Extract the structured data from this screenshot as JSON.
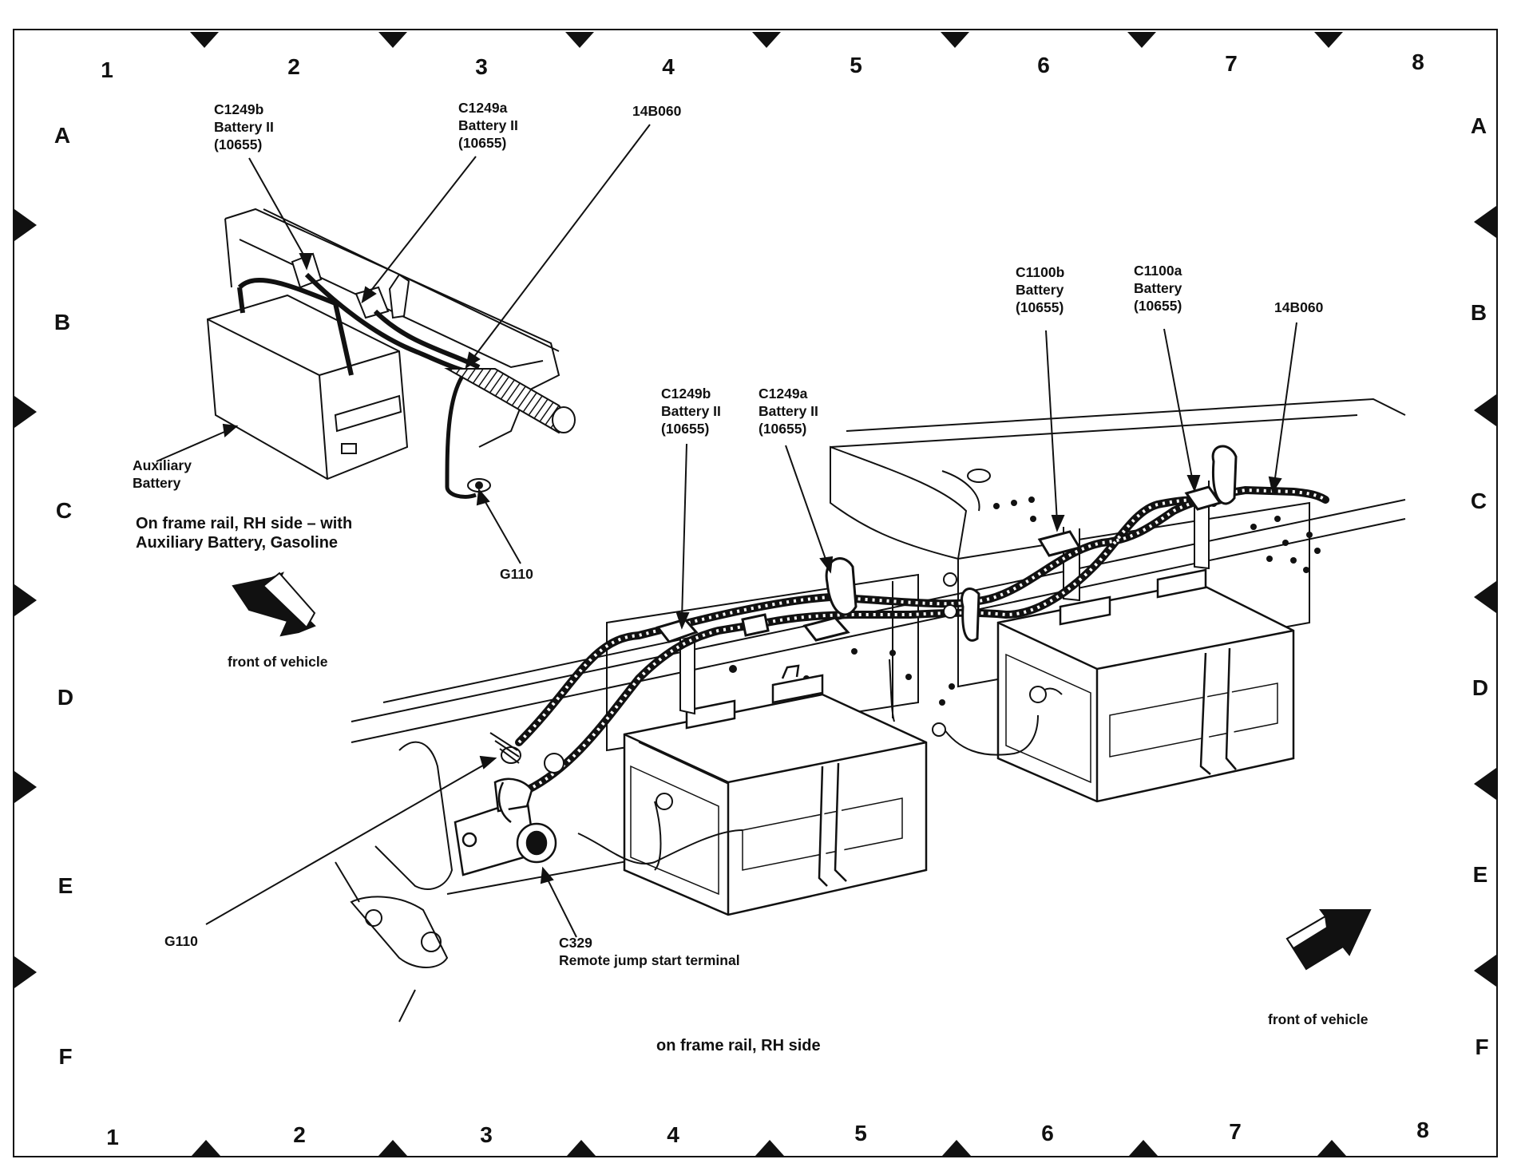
{
  "grid": {
    "columns": [
      "1",
      "2",
      "3",
      "4",
      "5",
      "6",
      "7",
      "8"
    ],
    "rows": [
      "A",
      "B",
      "C",
      "D",
      "E",
      "F"
    ]
  },
  "top_view": {
    "callouts": {
      "c1249b": [
        "C1249b",
        "Battery II",
        "(10655)"
      ],
      "c1249a": [
        "C1249a",
        "Battery II",
        "(10655)"
      ],
      "harness": "14B060",
      "aux_battery": [
        "Auxiliary",
        "Battery"
      ],
      "ground": "G110"
    },
    "caption": [
      "On frame rail, RH side – with",
      "Auxiliary Battery, Gasoline"
    ],
    "direction_label": "front of vehicle"
  },
  "main_view": {
    "callouts": {
      "c1249b": [
        "C1249b",
        "Battery II",
        "(10655)"
      ],
      "c1249a": [
        "C1249a",
        "Battery II",
        "(10655)"
      ],
      "c1100b": [
        "C1100b",
        "Battery",
        "(10655)"
      ],
      "c1100a": [
        "C1100a",
        "Battery",
        "(10655)"
      ],
      "harness": "14B060",
      "ground": "G110",
      "jump_terminal": [
        "C329",
        "Remote jump start terminal"
      ]
    },
    "caption": "on frame rail, RH side",
    "direction_label": "front of vehicle"
  },
  "colors": {
    "ink": "#111111",
    "paper": "#ffffff"
  }
}
